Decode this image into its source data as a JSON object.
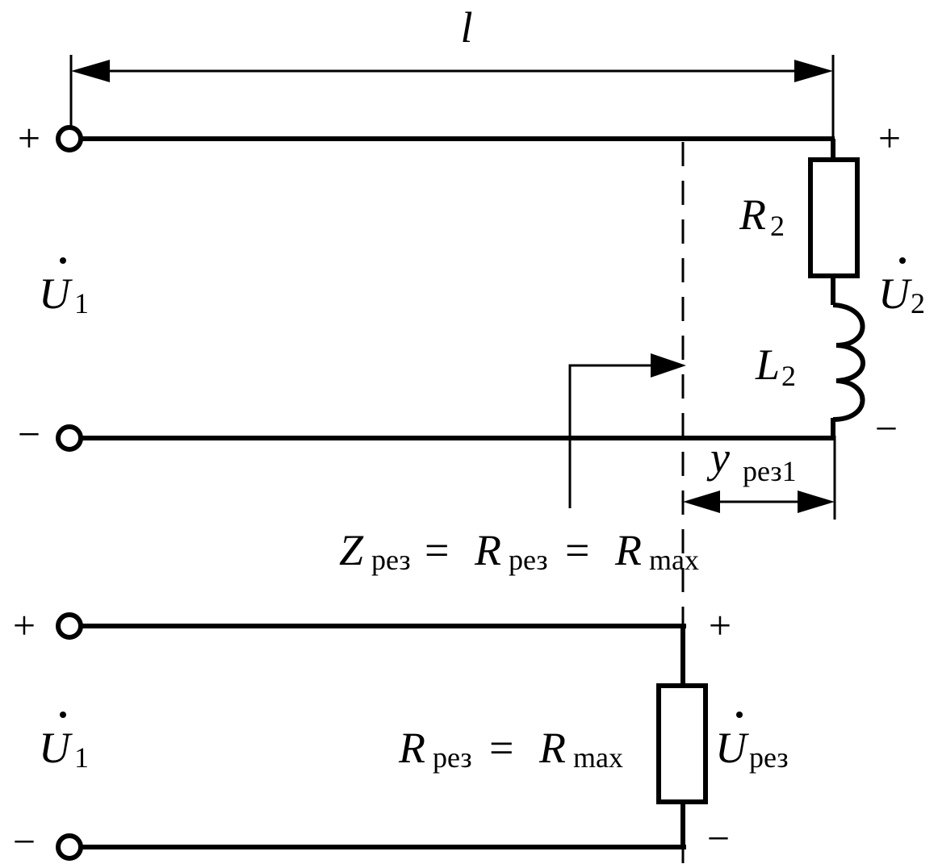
{
  "top_circuit": {
    "length_label": "l",
    "source_voltage": {
      "symbol": "U",
      "subscript": "1"
    },
    "load_voltage": {
      "symbol": "U",
      "subscript": "2"
    },
    "resistor": {
      "symbol": "R",
      "subscript": "2"
    },
    "inductor": {
      "symbol": "L",
      "subscript": "2"
    },
    "distance_label": {
      "symbol": "y",
      "subscript": "рез1"
    },
    "impedance_equation": {
      "z_symbol": "Z",
      "z_subscript": "рез",
      "eq1": "=",
      "r_symbol": "R",
      "r_subscript": "рез",
      "eq2": "=",
      "rmax_symbol": "R",
      "rmax_subscript": "max"
    },
    "signs": {
      "plus": "+",
      "minus": "−"
    }
  },
  "bottom_circuit": {
    "source_voltage": {
      "symbol": "U",
      "subscript": "1"
    },
    "load_voltage": {
      "symbol": "U",
      "subscript": "рез"
    },
    "resistor_equation": {
      "r_symbol": "R",
      "r_subscript": "рез",
      "eq": "=",
      "rmax_symbol": "R",
      "rmax_subscript": "max"
    },
    "signs": {
      "plus": "+",
      "minus": "−"
    }
  }
}
